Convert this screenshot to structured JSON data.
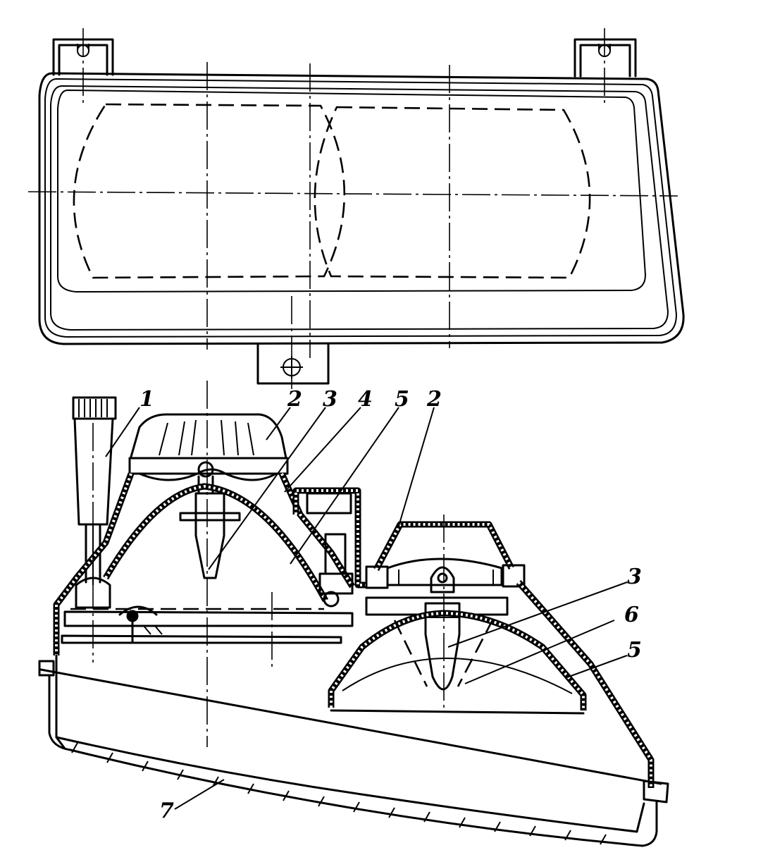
{
  "callouts": [
    {
      "id": "lbl-1-top",
      "text": "1"
    },
    {
      "id": "lbl-2-top-left",
      "text": "2"
    },
    {
      "id": "lbl-3-top-left",
      "text": "3"
    },
    {
      "id": "lbl-4-top",
      "text": "4"
    },
    {
      "id": "lbl-5-top",
      "text": "5"
    },
    {
      "id": "lbl-2-top-right",
      "text": "2"
    },
    {
      "id": "lbl-3-right",
      "text": "3"
    },
    {
      "id": "lbl-6-right",
      "text": "6"
    },
    {
      "id": "lbl-5-right",
      "text": "5"
    },
    {
      "id": "lbl-7-bottom",
      "text": "7"
    }
  ]
}
